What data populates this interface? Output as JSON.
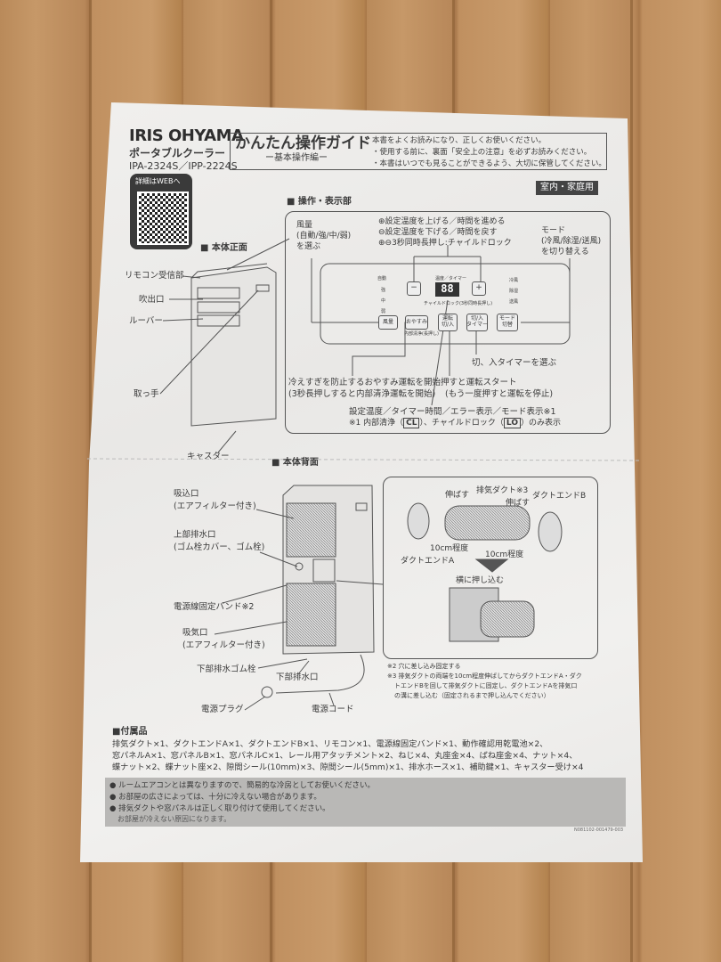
{
  "header": {
    "brand": "IRIS OHYAMA",
    "product": "ポータブルクーラー",
    "models": "IPA-2324S／IPP-2224S",
    "title": "かんたん操作ガイド",
    "subtitle": "ー基本操作編ー",
    "notes": [
      "本書をよくお読みになり、正しくお使いください。",
      "・使用する前に、裏面「安全上の注意」を必ずお読みください。",
      "・本書はいつでも見ることができるよう、大切に保管してください。"
    ],
    "badge": "室内・家庭用",
    "qr_label": "詳細はWEBへ"
  },
  "control_panel": {
    "heading": "■ 操作・表示部",
    "fan_label": [
      "風量",
      "(自動/強/中/弱)",
      "を選ぶ"
    ],
    "plus_minus_notes": [
      "⊕設定温度を上げる／時間を進める",
      "⊖設定温度を下げる／時間を戻す",
      "⊕⊖3秒同時長押し:チャイルドロック"
    ],
    "mode_label": [
      "モード",
      "(冷風/除湿/送風)",
      "を切り替える"
    ],
    "fan_indicators": [
      "自動",
      "強",
      "中",
      "弱"
    ],
    "mode_indicators": [
      "冷風",
      "除湿",
      "送風"
    ],
    "display_label": "温度／タイマー",
    "display_value": "88",
    "child_lock_hint": "チャイルドロック(3秒同時長押し)",
    "minus": "−",
    "plus": "+",
    "buttons": [
      "風量",
      "おやすみ",
      "運転\n切/入",
      "切/入\nタイマー",
      "モード\n切替"
    ],
    "sleep_sub": "内部清浄(長押し)",
    "timer_label": "切、入タイマーを選ぶ",
    "sleep_desc": [
      "冷えすぎを防止するおやすみ運転を開始",
      "(3秒長押しすると内部清浄運転を開始)"
    ],
    "power_desc": [
      "押すと運転スタート",
      "(もう一度押すと運転を停止)"
    ],
    "display_desc": "設定温度／タイマー時間／エラー表示／モード表示※1",
    "footnote_pre": "※1 内部清浄（",
    "code_cl": "CL",
    "footnote_mid": "）、チャイルドロック（",
    "code_lo": "LO",
    "footnote_post": "）のみ表示"
  },
  "front": {
    "heading": "■ 本体正面",
    "labels": [
      "リモコン受信部",
      "吹出口",
      "ルーバー",
      "取っ手",
      "キャスター"
    ]
  },
  "rear": {
    "heading": "■ 本体背面",
    "labels": [
      "吸込口",
      "(エアフィルター付き)",
      "上部排水口",
      "(ゴム栓カバー、ゴム栓)",
      "電源線固定バンド※2",
      "吸気口",
      "(エアフィルター付き)",
      "下部排水ゴム栓",
      "下部排水口",
      "電源プラグ",
      "電源コード"
    ]
  },
  "duct": {
    "labels": [
      "伸ばす",
      "排気ダクト※3",
      "伸ばす",
      "ダクトエンドB",
      "10cm程度",
      "10cm程度",
      "ダクトエンドA",
      "横に押し込む"
    ],
    "notes": [
      "※2 穴に差し込み固定する",
      "※3 排気ダクトの両端を10cm程度伸ばしてからダクトエンドA・ダク",
      "トエンドBを回して排気ダクトに固定し、ダクトエンドAを排気口",
      "の溝に差し込む（固定されるまで押し込んでください）"
    ]
  },
  "accessories": {
    "heading": "■付属品",
    "lines": [
      "排気ダクト×1、ダクトエンドA×1、ダクトエンドB×1、リモコン×1、電源線固定バンド×1、動作確認用乾電池×2、",
      "窓パネルA×1、窓パネルB×1、窓パネルC×1、レール用アタッチメント×2、ねじ×4、丸座金×4、ばね座金×4、ナット×4、",
      "蝶ナット×2、蝶ナット座×2、隙間シール(10mm)×3、隙間シール(5mm)×1、排水ホース×1、補助鍵×1、キャスター受け×4"
    ]
  },
  "cautions": [
    "● ルームエアコンとは異なりますので、簡易的な冷房としてお使いください。",
    "● お部屋の広さによっては、十分に冷えない場合があります。",
    "● 排気ダクトや窓パネルは正しく取り付けて使用してください。",
    "お部屋が冷えない原因になります。"
  ],
  "doc_code": "N081102-001479-003"
}
